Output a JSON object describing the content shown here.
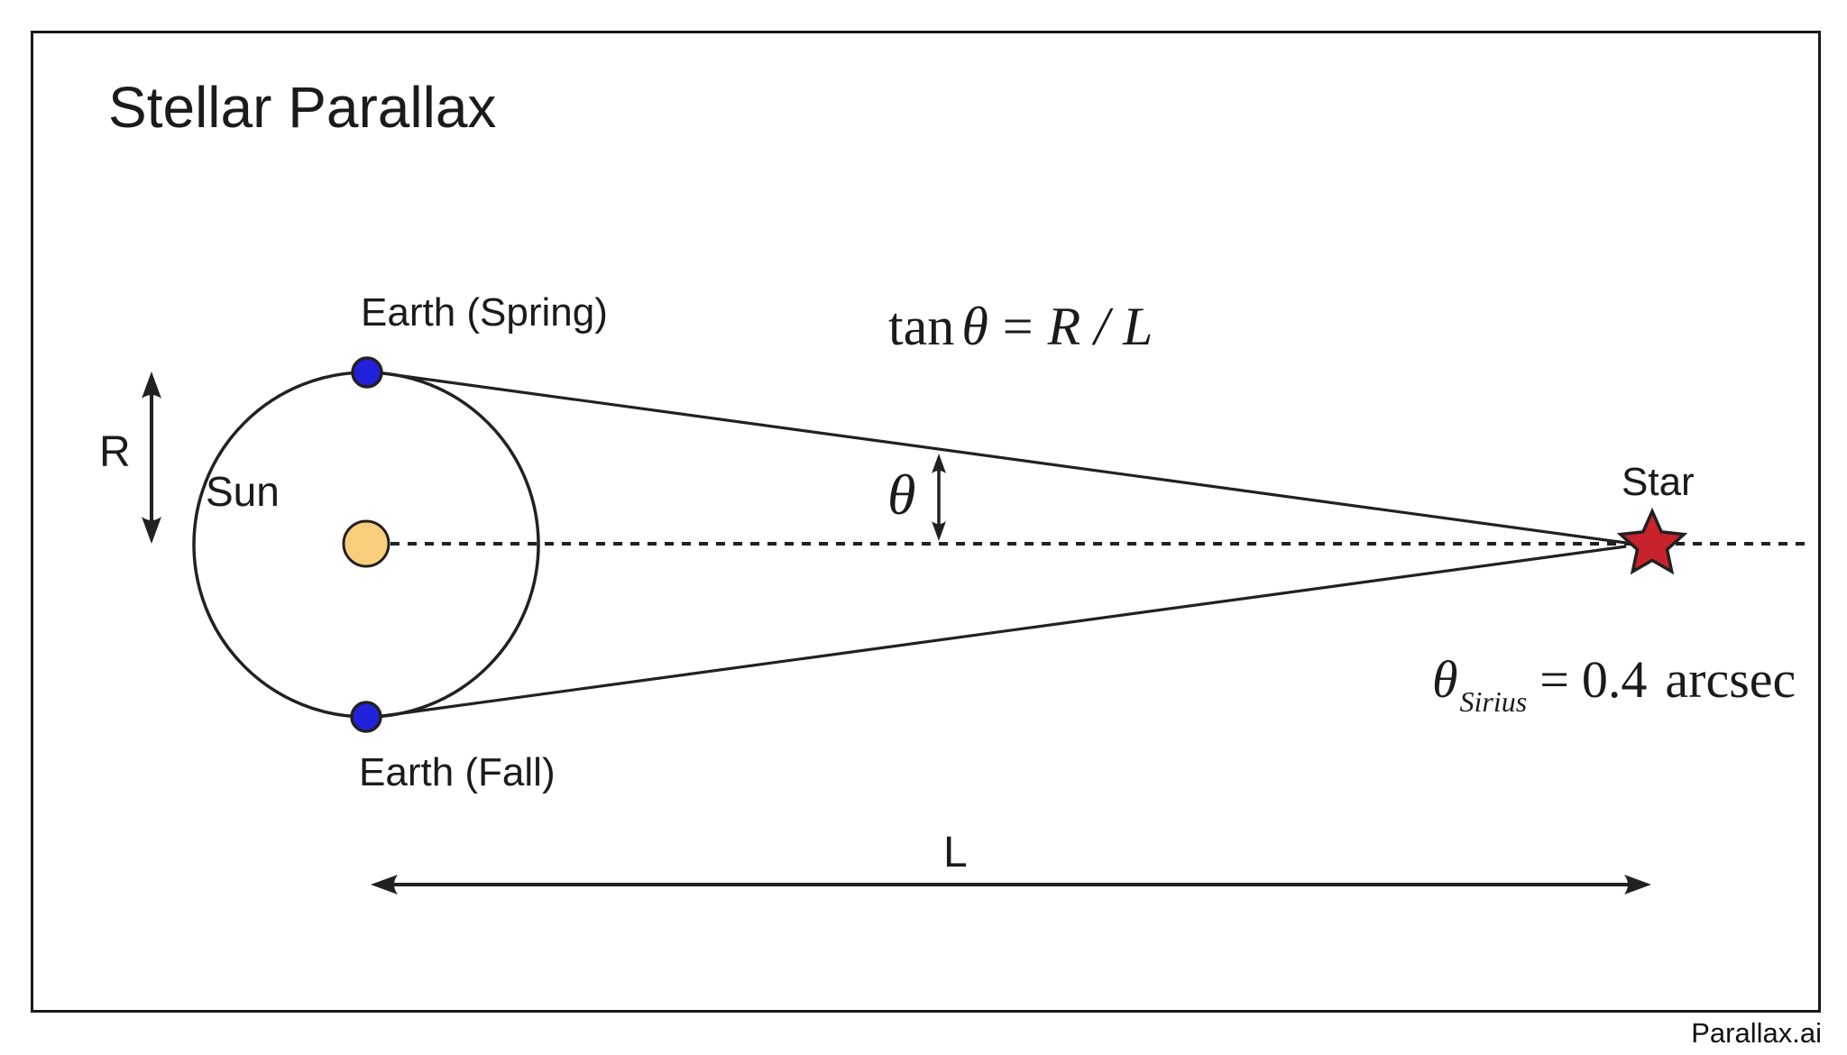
{
  "title": "Stellar Parallax",
  "watermark": "Parallax.ai",
  "labels": {
    "earth_spring": "Earth (Spring)",
    "earth_fall": "Earth (Fall)",
    "sun": "Sun",
    "star": "Star",
    "radius": "R",
    "baseline": "L",
    "angle": "θ"
  },
  "formula": {
    "tan": "tan",
    "theta": "θ",
    "equals": "=",
    "rhs": "R / L"
  },
  "measurement": {
    "theta": "θ",
    "subscript": "Sirius",
    "equals": "=",
    "value": "0.4",
    "unit": "arcsec"
  },
  "colors": {
    "sun": "#F8CE7D",
    "earth": "#2121DC",
    "star": "#C8232C",
    "line": "#232020"
  }
}
